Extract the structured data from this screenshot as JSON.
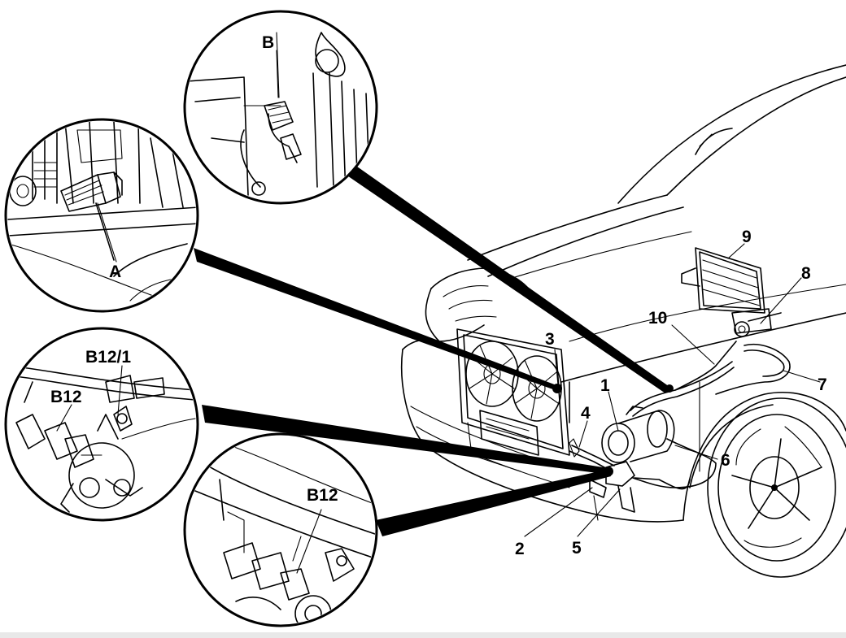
{
  "labels": {
    "A": "A",
    "B": "B",
    "B12_left": "B12",
    "B12_1": "B12/1",
    "B12_bottom": "B12",
    "n1": "1",
    "n2": "2",
    "n3": "3",
    "n4": "4",
    "n5": "5",
    "n6": "6",
    "n7": "7",
    "n8": "8",
    "n9": "9",
    "n10": "10"
  },
  "colors": {
    "line": "#000000",
    "background": "#ffffff"
  }
}
